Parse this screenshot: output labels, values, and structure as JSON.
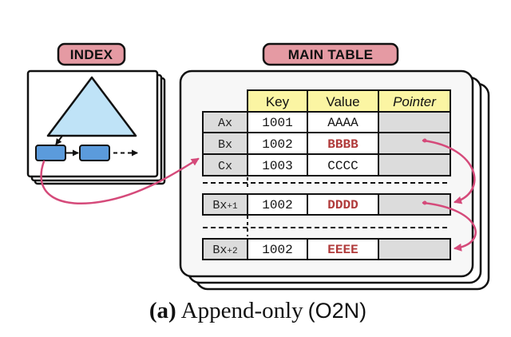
{
  "index_label": "INDEX",
  "main_table_label": "MAIN TABLE",
  "columns": {
    "key": "Key",
    "value": "Value",
    "pointer": "Pointer"
  },
  "rows": [
    {
      "name": "Ax",
      "key": "1001",
      "value": "AAAA"
    },
    {
      "name": "Bx",
      "key": "1002",
      "value": "BBBB"
    },
    {
      "name": "Cx",
      "key": "1003",
      "value": "CCCC"
    }
  ],
  "versions": [
    {
      "name": "Bx",
      "sub": "+1",
      "key": "1002",
      "value": "DDDD"
    },
    {
      "name": "Bx",
      "sub": "+2",
      "key": "1002",
      "value": "EEEE"
    }
  ],
  "caption": {
    "letter": "(a)",
    "text": "Append-only",
    "mode": "(O2N)"
  },
  "colors": {
    "pill": "#e59aa3",
    "header_yellow": "#fbf5a3",
    "triangle": "#bfe3f7",
    "node": "#5b9bdc",
    "arrow": "#d54a7a",
    "highlight_text": "#b03a3a",
    "name_cell": "#dcdcdc"
  }
}
